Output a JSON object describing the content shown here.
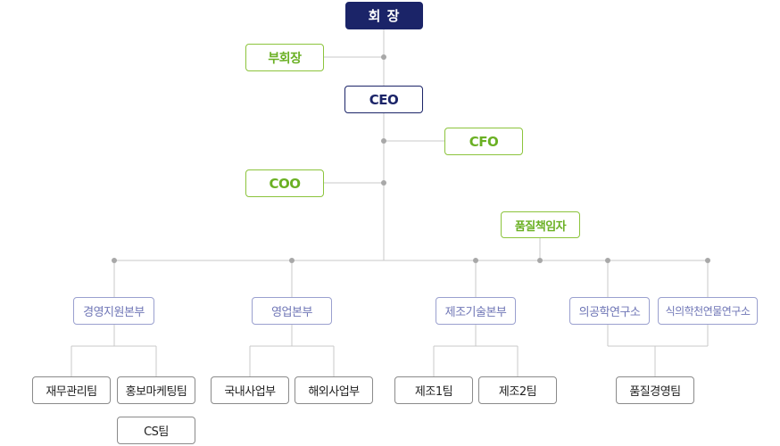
{
  "org": {
    "chairman": "회 장",
    "vice_chairman": "부회장",
    "ceo": "CEO",
    "cfo": "CFO",
    "coo": "COO",
    "quality_manager": "품질책임자",
    "divisions": {
      "management": "경영지원본부",
      "sales": "영업본부",
      "manufacturing": "제조기술본부",
      "medical_lab": "의공학연구소",
      "food_lab": "식의학천연물연구소"
    },
    "teams": {
      "finance": "재무관리팀",
      "marketing": "홍보마케팅팀",
      "cs": "CS팀",
      "domestic": "국내사업부",
      "overseas": "해외사업부",
      "mfg1": "제조1팀",
      "mfg2": "제조2팀",
      "quality": "품질경영팀"
    }
  },
  "colors": {
    "navy": "#1b2468",
    "green": "#8cc43c",
    "division": "#9aa0cf",
    "line": "#c8c8c8",
    "dot": "#a8a8a8"
  }
}
